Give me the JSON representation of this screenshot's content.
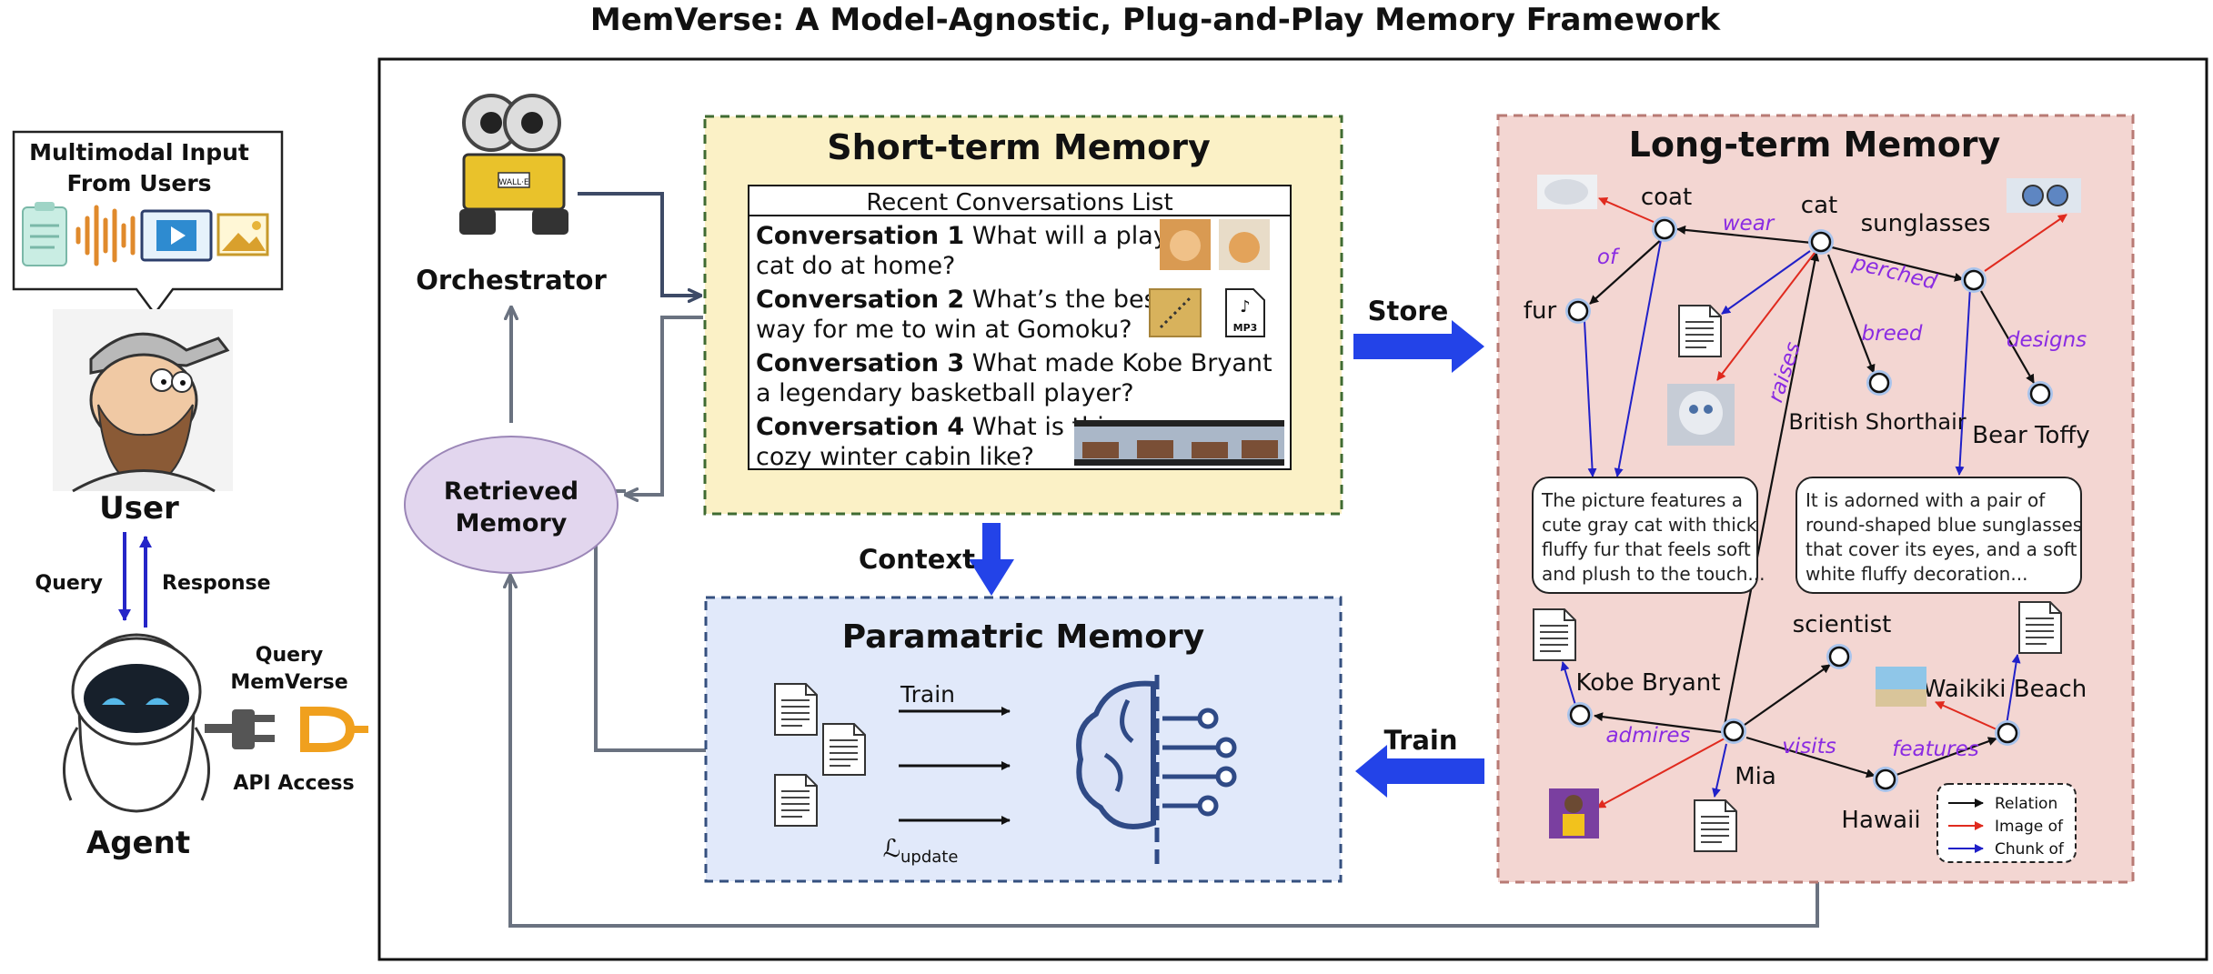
{
  "title": "MemVerse: A Model-Agnostic, Plug-and-Play Memory Framework",
  "left": {
    "speech_line1": "Multimodal Input",
    "speech_line2": "From Users",
    "user_label": "User",
    "query_label": "Query",
    "response_label": "Response",
    "agent_label": "Agent",
    "plug_query_line1": "Query",
    "plug_query_line2": "MemVerse",
    "api_label": "API Access"
  },
  "orchestrator": {
    "label": "Orchestrator",
    "robot_text": "WALL·E"
  },
  "retrieved": {
    "line1": "Retrieved",
    "line2": "Memory"
  },
  "short_term": {
    "title": "Short-term Memory",
    "list_header": "Recent Conversations List",
    "conversations": [
      {
        "head": "Conversation 1",
        "line1": " What will a playful",
        "line2": "cat do at home?"
      },
      {
        "head": "Conversation 2",
        "line1": " What’s the best",
        "line2": "way for me to win at Gomoku?"
      },
      {
        "head": "Conversation 3",
        "line1": " What made Kobe Bryant",
        "line2": "a legendary basketball player?"
      },
      {
        "head": "Conversation 4",
        "line1": " What is this",
        "line2": "cozy winter cabin like?"
      }
    ],
    "mp3_label": "MP3"
  },
  "arrows": {
    "store": "Store",
    "train": "Train",
    "context": "Context"
  },
  "parametric": {
    "title": "Paramatric Memory",
    "train_label": "Train",
    "loss_main": "ℒ",
    "loss_sub": "update"
  },
  "long_term": {
    "title": "Long-term Memory",
    "nodes": {
      "coat": "coat",
      "cat": "cat",
      "sunglasses": "sunglasses",
      "fur": "fur",
      "british": "British Shorthair",
      "bear": "Bear Toffy",
      "scientist": "scientist",
      "kobe": "Kobe Bryant",
      "waikiki": "Waikiki Beach",
      "mia": "Mia",
      "hawaii": "Hawaii"
    },
    "edges": {
      "wear": "wear",
      "of": "of",
      "perched": "perched",
      "breed": "breed",
      "designs": "designs",
      "raises": "raises",
      "admires": "admires",
      "visits": "visits",
      "features": "features"
    },
    "bubble1": [
      "The picture features a",
      "cute gray cat with thick",
      "fluffy fur that feels soft",
      "and plush to the touch..."
    ],
    "bubble2": [
      "It is adorned with a pair of",
      "round-shaped blue sunglasses",
      "that cover its eyes, and a soft",
      "white fluffy decoration..."
    ],
    "legend": {
      "relation": "Relation",
      "image_of": "Image of",
      "chunk_of": "Chunk of"
    }
  },
  "colors": {
    "short_term_bg": "#fbf1c6",
    "short_term_border": "#3f6b32",
    "long_term_bg": "#f3d6d2",
    "long_term_border": "#b87a74",
    "parametric_bg": "#e1e9fa",
    "parametric_border": "#35507f",
    "big_arrow": "#2343e8",
    "relation": "#111111",
    "image_of": "#e02a1e",
    "chunk_of": "#2020c8",
    "edge_label": "#8a2be2",
    "retrieved_bg": "#e2d6ee"
  }
}
